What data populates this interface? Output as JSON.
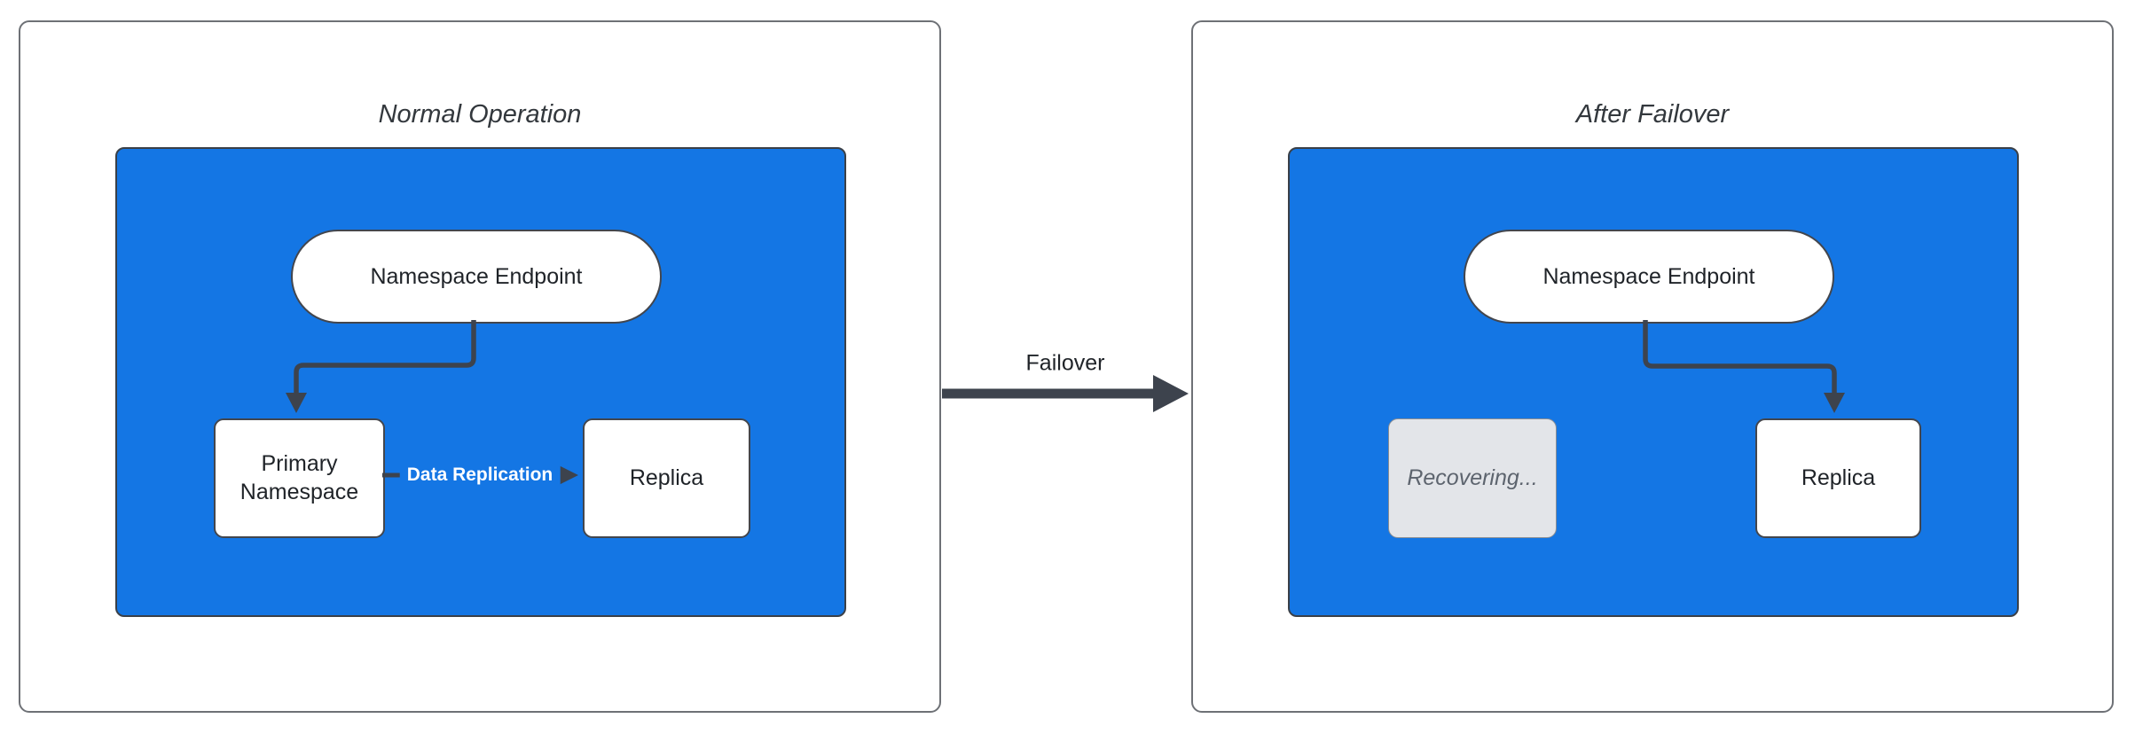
{
  "panels": [
    {
      "title": "Normal Operation",
      "endpoint": "Namespace Endpoint",
      "primary_node": "Primary Namespace",
      "replica_node": "Replica",
      "replication_arrow_label": "Data Replication"
    },
    {
      "title": "After Failover",
      "endpoint": "Namespace Endpoint",
      "recovering_node": "Recovering...",
      "replica_node": "Replica"
    }
  ],
  "transition": {
    "label": "Failover"
  },
  "colors": {
    "container_blue": "#1476E4",
    "arrow_dark": "#3D434D",
    "node_border": "#43464D",
    "node_fill": "#FFFFFF",
    "recovering_fill": "#E3E5E9",
    "recovering_border": "#898D93",
    "recovering_text": "#5D646E",
    "title_text": "#33383D",
    "panel_border": "#6E7176",
    "replication_label_text": "#FFFFFF"
  }
}
